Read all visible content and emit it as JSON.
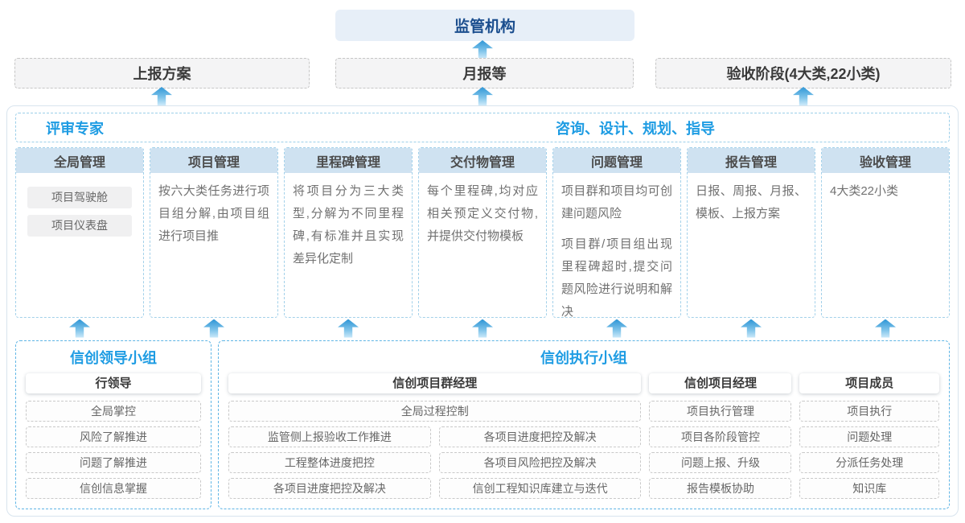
{
  "colors": {
    "accent_blue": "#1e9ce3",
    "navy_title": "#1b4e8e",
    "column_header_bg": "#cfe2f1",
    "dashed_blue_border": "#5fb5e5",
    "arrow_gradient_top": "#2f96d6",
    "arrow_gradient_bottom": "#cdeafa"
  },
  "top": {
    "regulator": "监管机构",
    "boxes": [
      "上报方案",
      "月报等",
      "验收阶段(4大类,22小类)"
    ]
  },
  "experts": {
    "left": "评审专家",
    "right": "咨询、设计、规划、指导"
  },
  "columns": [
    {
      "title": "全局管理",
      "chips": [
        "项目驾驶舱",
        "项目仪表盘"
      ]
    },
    {
      "title": "项目管理",
      "p1": "按六大类任务进行项目组分解,由项目组进行项目推"
    },
    {
      "title": "里程碑管理",
      "p1": "将项目分为三大类型,分解为不同里程碑,有标准并且实现差异化定制"
    },
    {
      "title": "交付物管理",
      "p1": "每个里程碑,均对应相关预定义交付物,并提供交付物模板"
    },
    {
      "title": "问题管理",
      "p1": "项目群和项目均可创建问题风险",
      "p2": "项目群/项目组出现里程碑超时,提交问题风险进行说明和解决"
    },
    {
      "title": "报告管理",
      "p1": "日报、周报、月报、模板、上报方案"
    },
    {
      "title": "验收管理",
      "p1": "4大类22小类"
    }
  ],
  "bottom": {
    "leader_group": {
      "title": "信创领导小组",
      "role": "行领导",
      "items": [
        "全局掌控",
        "风险了解推进",
        "问题了解推进",
        "信创信息掌握"
      ]
    },
    "exec_group": {
      "title": "信创执行小组",
      "program_manager": {
        "role": "信创项目群经理",
        "full_item": "全局过程控制",
        "left_items": [
          "监管侧上报验收工作推进",
          "工程整体进度把控",
          "各项目进度把控及解决"
        ],
        "right_items": [
          "各项目进度把控及解决",
          "各项目风险把控及解决",
          "信创工程知识库建立与迭代"
        ]
      },
      "project_manager": {
        "role": "信创项目经理",
        "items": [
          "项目执行管理",
          "项目各阶段管控",
          "问题上报、升级",
          "报告模板协助"
        ]
      },
      "members": {
        "role": "项目成员",
        "items": [
          "项目执行",
          "问题处理",
          "分派任务处理",
          "知识库"
        ]
      }
    }
  }
}
